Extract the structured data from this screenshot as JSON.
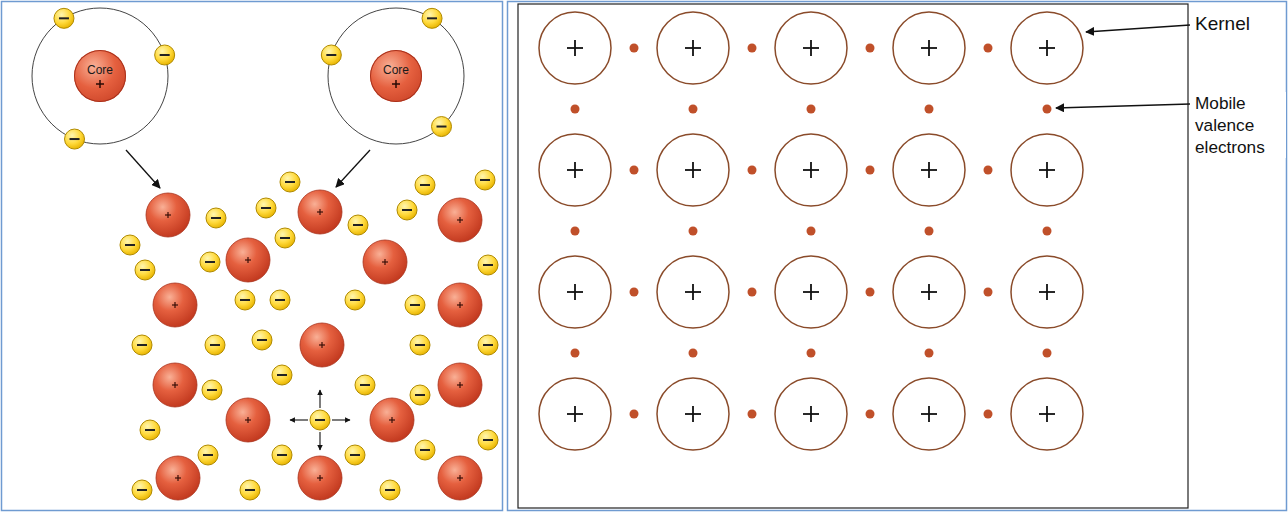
{
  "diagram": {
    "nodes": [
      {
        "text": [
          "Core"
        ]
      },
      {
        "text": [
          "Core"
        ]
      }
    ],
    "labels": [
      "Kernel",
      "Mobile valence electrons"
    ]
  }
}
